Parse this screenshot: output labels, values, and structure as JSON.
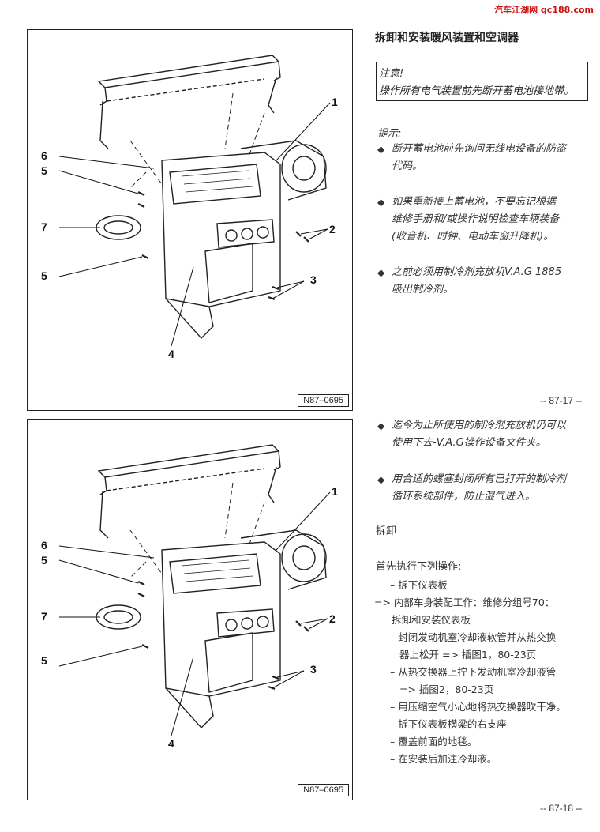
{
  "watermark": "汽车江湖网 qc188.com",
  "figure1": {
    "code": "N87–0695",
    "callouts": {
      "c1": "1",
      "c2": "2",
      "c3": "3",
      "c4": "4",
      "c5a": "5",
      "c5b": "5",
      "c6": "6",
      "c7": "7"
    }
  },
  "figure2": {
    "code": "N87–0695",
    "callouts": {
      "c1": "1",
      "c2": "2",
      "c3": "3",
      "c4": "4",
      "c5a": "5",
      "c5b": "5",
      "c6": "6",
      "c7": "7"
    }
  },
  "section_title": "拆卸和安装暖风装置和空调器",
  "note": {
    "heading": "注意!",
    "text": "操作所有电气装置前先断开蓄电池接地带。"
  },
  "hint_label": "提示:",
  "bullets_page1": [
    {
      "line1": "断开蓄电池前先询问无线电设备的防盗",
      "line2": "代码。",
      "line3": ""
    },
    {
      "line1": "如果重新接上蓄电池，不要忘记根据",
      "line2": "维修手册和/或操作说明检查车辆装备",
      "line3": "(收音机、时钟、电动车窗升降机)。"
    },
    {
      "line1": "之前必须用制冷剂充放机V.A.G 1885",
      "line2": "吸出制冷剂。",
      "line3": ""
    }
  ],
  "page1_number": "-- 87-17 --",
  "bullets_page2": [
    {
      "line1": "迄今为止所使用的制冷剂充放机仍可以",
      "line2": "使用下去-V.A.G操作设备文件夹。"
    },
    {
      "line1": "用合适的螺塞封闭所有已打开的制冷剂",
      "line2": "循环系统部件，防止湿气进入。"
    }
  ],
  "removal_heading": "拆卸",
  "intro": "首先执行下列操作:",
  "steps": [
    "– 拆下仪表板",
    "=> 内部车身装配工作：维修分组号70：",
    "拆卸和安装仪表板",
    "– 封闭发动机室冷却液软管并从热交换",
    "器上松开 => 插图1，80-23页",
    "– 从热交换器上拧下发动机室冷却液管",
    "=> 插图2，80-23页",
    "– 用压缩空气小心地将热交换器吹干净。",
    "– 拆下仪表板横梁的右支座",
    "– 覆盖前面的地毯。",
    "– 在安装后加注冷却液。"
  ],
  "page2_number": "-- 87-18 --"
}
